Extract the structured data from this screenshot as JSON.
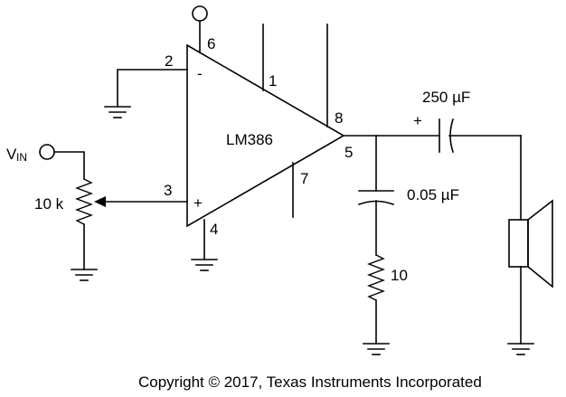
{
  "amplifier": {
    "name": "LM386",
    "inverting_sign": "-",
    "noninverting_sign": "+"
  },
  "pins": {
    "p1": "1",
    "p2": "2",
    "p3": "3",
    "p4": "4",
    "p5": "5",
    "p6": "6",
    "p7": "7",
    "p8": "8"
  },
  "input": {
    "label_main": "V",
    "label_sub": "IN"
  },
  "components": {
    "potentiometer": "10 k",
    "output_capacitor": "250 µF",
    "output_capacitor_polarity": "+",
    "snubber_capacitor": "0.05 µF",
    "snubber_resistor": "10"
  },
  "footer": {
    "copyright": "Copyright © 2017, Texas Instruments Incorporated"
  }
}
